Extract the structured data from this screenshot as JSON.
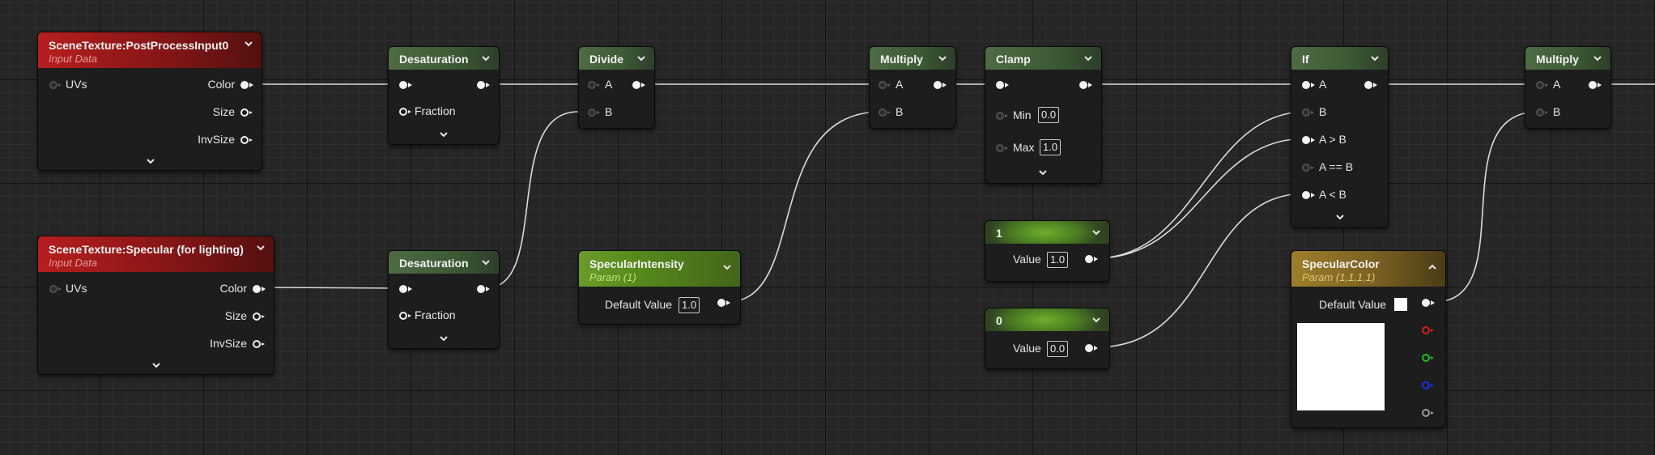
{
  "nodes": {
    "scene_postprocess": {
      "title": "SceneTexture:PostProcessInput0",
      "subtitle": "Input Data",
      "pin_uvs": "UVs",
      "pin_color": "Color",
      "pin_size": "Size",
      "pin_invsize": "InvSize"
    },
    "scene_specular": {
      "title": "SceneTexture:Specular (for lighting)",
      "subtitle": "Input Data",
      "pin_uvs": "UVs",
      "pin_color": "Color",
      "pin_size": "Size",
      "pin_invsize": "InvSize"
    },
    "desaturation_1": {
      "title": "Desaturation",
      "pin_fraction": "Fraction"
    },
    "desaturation_2": {
      "title": "Desaturation",
      "pin_fraction": "Fraction"
    },
    "divide": {
      "title": "Divide",
      "pin_a": "A",
      "pin_b": "B"
    },
    "specular_intensity": {
      "title": "SpecularIntensity",
      "subtitle": "Param (1)",
      "default_label": "Default Value",
      "default_value": "1.0"
    },
    "multiply_1": {
      "title": "Multiply",
      "pin_a": "A",
      "pin_b": "B"
    },
    "clamp": {
      "title": "Clamp",
      "min_label": "Min",
      "min_value": "0.0",
      "max_label": "Max",
      "max_value": "1.0"
    },
    "constant_1": {
      "title": "1",
      "value_label": "Value",
      "value": "1.0"
    },
    "constant_0": {
      "title": "0",
      "value_label": "Value",
      "value": "0.0"
    },
    "if": {
      "title": "If",
      "pin_a": "A",
      "pin_b": "B",
      "pin_agtb": "A > B",
      "pin_aeqb": "A == B",
      "pin_altb": "A < B"
    },
    "specular_color": {
      "title": "SpecularColor",
      "subtitle": "Param (1,1,1,1)",
      "default_label": "Default Value",
      "preview_color": "#ffffff"
    },
    "multiply_2": {
      "title": "Multiply",
      "pin_a": "A",
      "pin_b": "B"
    }
  },
  "colors": {
    "input_data_header": "#b71e1e",
    "math_header": "#4e6b45",
    "param_header": "#6b9b2a",
    "vector_param_header": "#9d7e2a",
    "channel_r": "#d41b1b",
    "channel_g": "#1fbf1f",
    "channel_b": "#1b2fe8",
    "wire": "#dcdcdc"
  }
}
